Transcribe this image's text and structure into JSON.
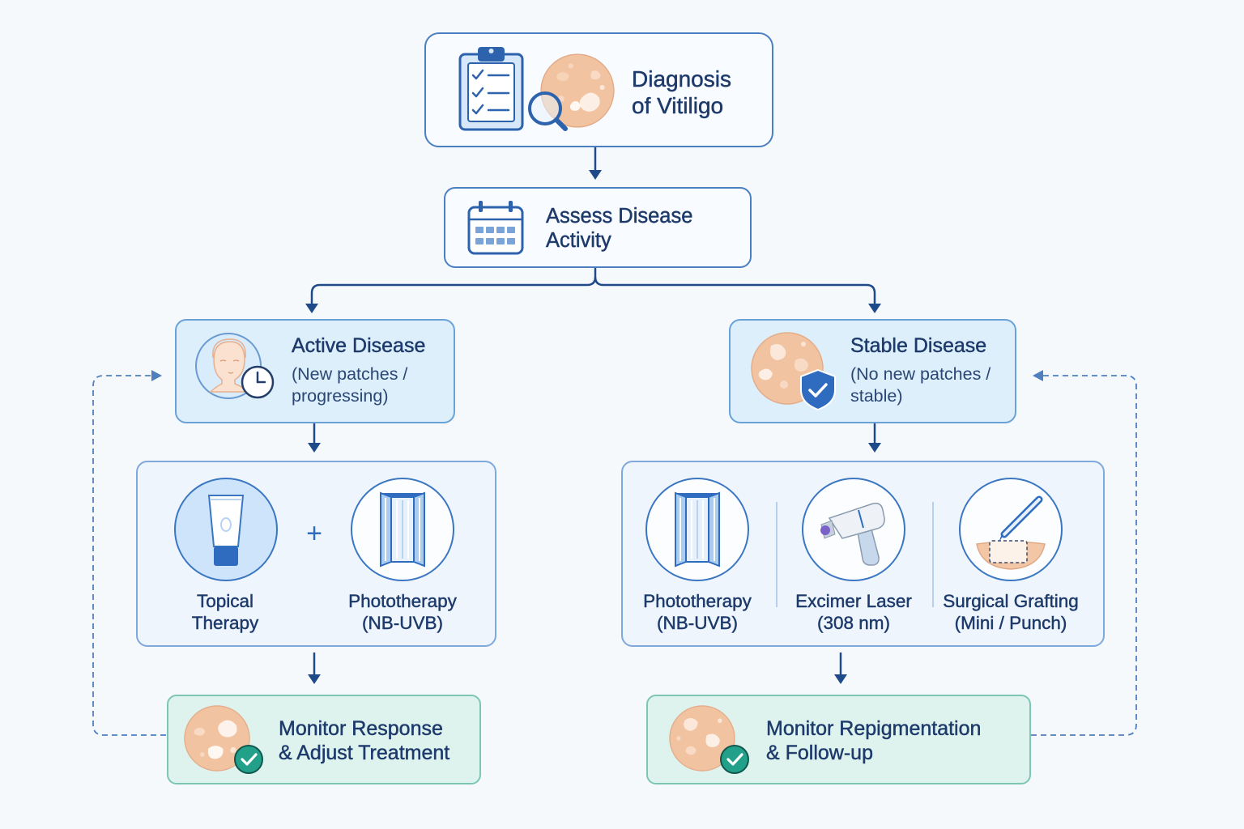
{
  "diagram": {
    "diagnosis": {
      "line1": "Diagnosis",
      "line2": "of Vitiligo",
      "icons": [
        "clipboard-checklist-icon",
        "skin-patch-icon",
        "magnifier-icon"
      ]
    },
    "assess": {
      "line1": "Assess Disease",
      "line2": "Activity",
      "icon": "calendar-icon"
    },
    "active": {
      "title": "Active Disease",
      "desc1": "(New patches /",
      "desc2": "progressing)",
      "icons": [
        "face-icon",
        "clock-icon"
      ]
    },
    "stable": {
      "title": "Stable Disease",
      "desc1": "(No new patches /",
      "desc2": "stable)",
      "icons": [
        "skin-patch-icon",
        "shield-check-icon"
      ]
    },
    "active_treatments": {
      "operator": "+",
      "items": [
        {
          "line1": "Topical",
          "line2": "Therapy",
          "icon": "cream-tube-icon"
        },
        {
          "line1": "Phototherapy",
          "line2": "(NB-UVB)",
          "icon": "phototherapy-cabinet-icon"
        }
      ]
    },
    "stable_treatments": {
      "items": [
        {
          "line1": "Phototherapy",
          "line2": "(NB-UVB)",
          "icon": "phototherapy-cabinet-icon"
        },
        {
          "line1": "Excimer Laser",
          "line2": "(308 nm)",
          "icon": "excimer-laser-icon"
        },
        {
          "line1": "Surgical Grafting",
          "line2": "(Mini / Punch)",
          "icon": "scalpel-graft-icon"
        }
      ]
    },
    "monitor_active": {
      "line1": "Monitor Response",
      "line2": "& Adjust Treatment",
      "icons": [
        "skin-patch-icon",
        "check-circle-icon"
      ]
    },
    "monitor_stable": {
      "line1": "Monitor Repigmentation",
      "line2": "& Follow-up",
      "icons": [
        "skin-patch-icon",
        "check-circle-icon"
      ]
    }
  },
  "colors": {
    "text": "#1d3a6b",
    "accent": "#2f6cc0",
    "connector": "#1f4a8a",
    "feedback_loop": "#4f7fbf",
    "state_fill": "#ddeffb",
    "monitor_fill": "#dff3ee",
    "check": "#22a08a",
    "skin": "#f2c3a0"
  }
}
